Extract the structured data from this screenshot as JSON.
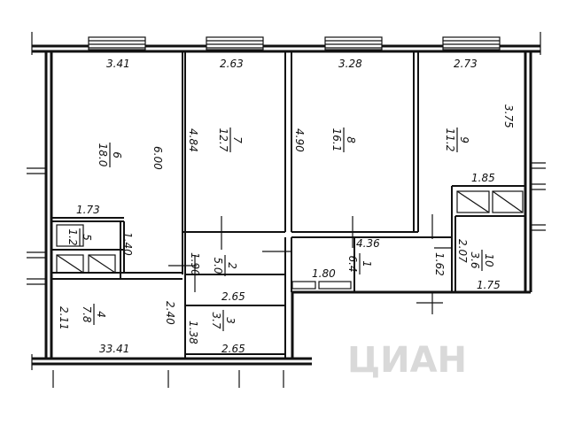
{
  "dimensions": {
    "r6_top": "3.41",
    "r7_top": "2.63",
    "r8_top": "3.28",
    "r9_top": "2.73",
    "r6_right": "6.00",
    "r7_left": "4.84",
    "r8_left": "4.90",
    "r9_right": "3.75",
    "r9_lower": "1.85",
    "r5_top": "1.73",
    "r5_right": "1.40",
    "r2_left": "1.90",
    "r2_bottom": "2.65",
    "r1_top": "4.36",
    "r1_inner": "1.80",
    "r1_right": "1.62",
    "r10_left": "2.07",
    "r10_bottom": "1.75",
    "r4_left": "2.11",
    "r4_right": "2.40",
    "r4_bottom": "33.41",
    "r3_left": "1.38",
    "r3_bottom": "2.65"
  },
  "rooms": [
    {
      "number": "6",
      "area": "18.0"
    },
    {
      "number": "7",
      "area": "12.7"
    },
    {
      "number": "8",
      "area": "16.1"
    },
    {
      "number": "9",
      "area": "11.2"
    },
    {
      "number": "5",
      "area": "1.2"
    },
    {
      "number": "2",
      "area": "5.0"
    },
    {
      "number": "1",
      "area": "6.4"
    },
    {
      "number": "10",
      "area": "3.6"
    },
    {
      "number": "4",
      "area": "7.8"
    },
    {
      "number": "3",
      "area": "3.7"
    }
  ],
  "watermark": "ЦИАН"
}
